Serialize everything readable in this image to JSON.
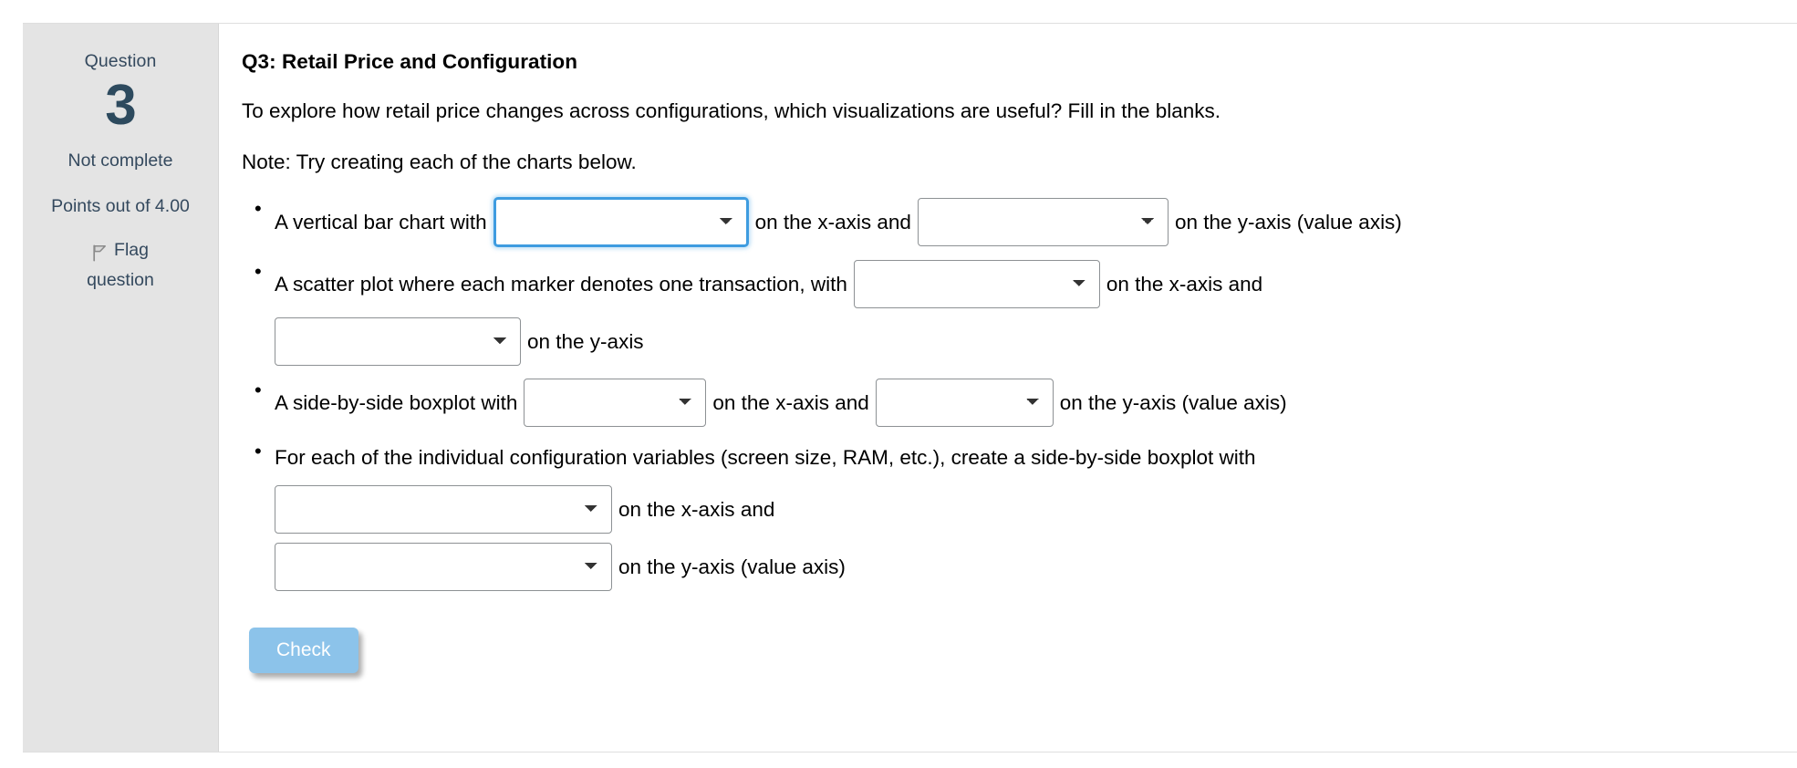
{
  "sidebar": {
    "question_label": "Question",
    "question_number": "3",
    "state": "Not complete",
    "points": "Points out of 4.00",
    "flag_icon": "flag-icon",
    "flag_label_line1": "Flag",
    "flag_label_line2": "question"
  },
  "question": {
    "title": "Q3: Retail Price and Configuration",
    "intro": "To explore how retail price changes across configurations, which visualizations are useful? Fill in the blanks.",
    "note": "Note: Try creating each of the charts below.",
    "bullets": [
      {
        "lead": "A vertical bar chart with",
        "mid": "on the x-axis and",
        "tail": "on the y-axis (value axis)",
        "select1_value": "",
        "select2_value": ""
      },
      {
        "lead": "A scatter plot where each marker denotes one transaction, with",
        "mid": "on the x-axis and",
        "tail": "on the y-axis",
        "select1_value": "",
        "select2_value": ""
      },
      {
        "lead": "A side-by-side boxplot with",
        "mid": "on the x-axis and",
        "tail": "on the y-axis (value axis)",
        "select1_value": "",
        "select2_value": ""
      },
      {
        "lead": "For each of the individual configuration variables (screen size, RAM, etc.), create a side-by-side boxplot with",
        "mid": "on the x-axis and",
        "tail": "on the y-axis (value axis)",
        "select1_value": "",
        "select2_value": ""
      }
    ],
    "check_label": "Check"
  },
  "colors": {
    "sidebar_bg": "#e4e4e4",
    "question_number": "#2d4a5e",
    "focus_border": "#3e9ce0",
    "check_button_bg": "#8cc3ea",
    "select_border": "#8d9194"
  }
}
